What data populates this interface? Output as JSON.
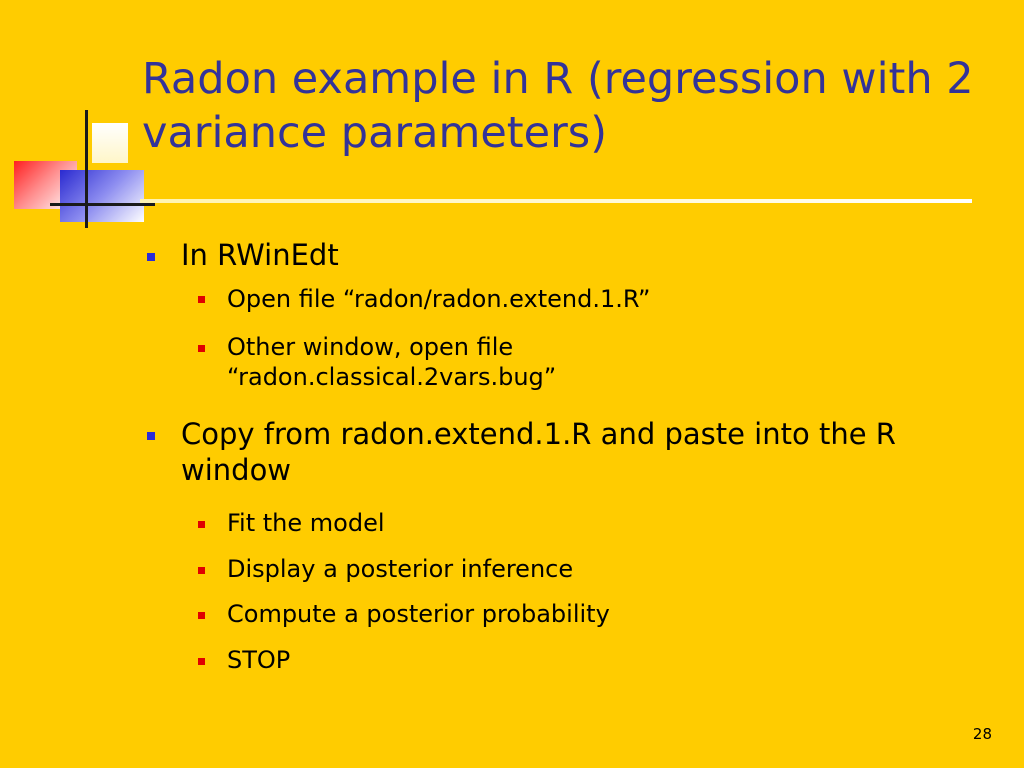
{
  "slide": {
    "title": "Radon example in R (regression with 2 variance parameters)",
    "bullets": [
      {
        "text": "In RWinEdt",
        "sub": [
          "Open file “radon/radon.extend.1.R”",
          "Other window, open file “radon.classical.2vars.bug”"
        ]
      },
      {
        "text": "Copy from radon.extend.1.R and paste into the R window",
        "sub": [
          "Fit the model",
          "Display a posterior inference",
          "Compute a posterior probability",
          "STOP"
        ]
      }
    ],
    "page_number": "28"
  },
  "colors": {
    "background": "#FFCC00",
    "title": "#333399",
    "bullet_level1": "#2B2BD6",
    "bullet_level2": "#E00000"
  }
}
